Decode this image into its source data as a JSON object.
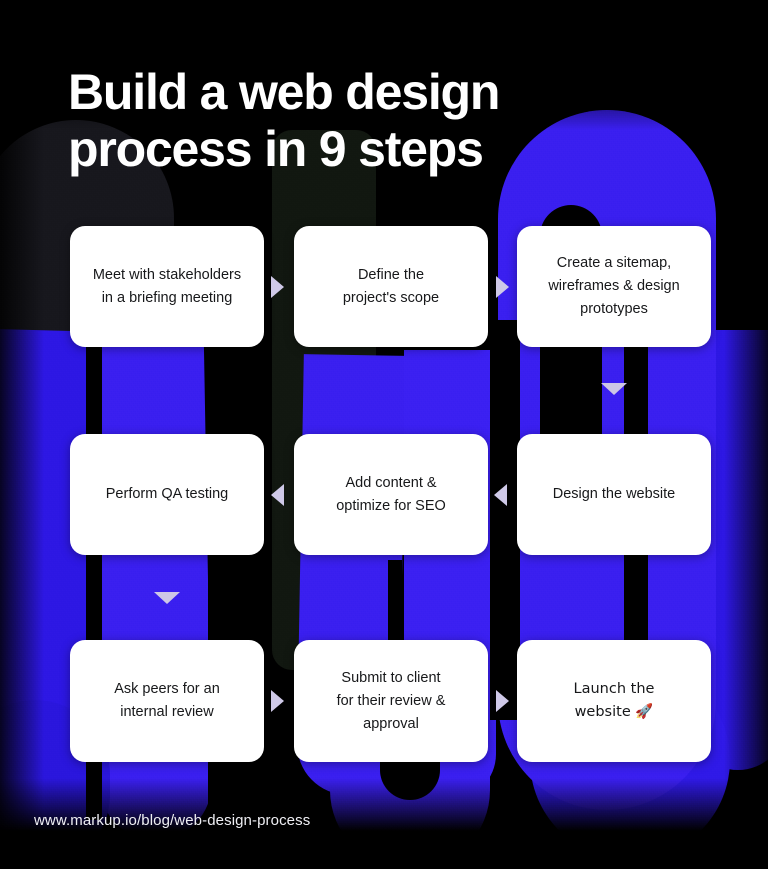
{
  "title": {
    "line1": "Build a web design",
    "line2": "process in 9 steps"
  },
  "footer": {
    "url": "www.markup.io/blog/web-design-process"
  },
  "colors": {
    "background": "#000000",
    "accent_blue": "#3a1ff0",
    "accent_blue_dark": "#2d17e4",
    "card_background": "#ffffff",
    "card_text": "#17181a",
    "title_text": "#ffffff",
    "arrow": "#cfc9e8"
  },
  "flow": {
    "step_count": 9,
    "rows": [
      {
        "direction": "left-to-right",
        "cards": [
          {
            "step": 1,
            "text": "Meet with stakeholders\nin a briefing meeting"
          },
          {
            "step": 2,
            "text": "Define the\nproject's scope"
          },
          {
            "step": 3,
            "text": "Create a sitemap,\nwireframes & design\nprototypes"
          }
        ],
        "connectors": [
          {
            "icon": "arrow-right-icon"
          },
          {
            "icon": "arrow-right-icon"
          }
        ]
      },
      {
        "direction": "right-to-left",
        "cards": [
          {
            "step": 6,
            "text": "Perform QA testing"
          },
          {
            "step": 5,
            "text": "Add content &\noptimize for SEO"
          },
          {
            "step": 4,
            "text": "Design the website"
          }
        ],
        "connectors": [
          {
            "icon": "arrow-left-icon"
          },
          {
            "icon": "arrow-left-icon"
          }
        ]
      },
      {
        "direction": "left-to-right",
        "cards": [
          {
            "step": 7,
            "text": "Ask peers for an\ninternal review"
          },
          {
            "step": 8,
            "text": "Submit to client\nfor their review &\napproval"
          },
          {
            "step": 9,
            "text": "Launch the\nwebsite 🚀"
          }
        ],
        "connectors": [
          {
            "icon": "arrow-right-icon"
          },
          {
            "icon": "arrow-right-icon"
          }
        ]
      }
    ],
    "row_connectors": [
      {
        "icon": "arrow-down-icon",
        "position": "right",
        "from_row": 1,
        "to_row": 2
      },
      {
        "icon": "arrow-down-icon",
        "position": "left",
        "from_row": 2,
        "to_row": 3
      }
    ]
  }
}
